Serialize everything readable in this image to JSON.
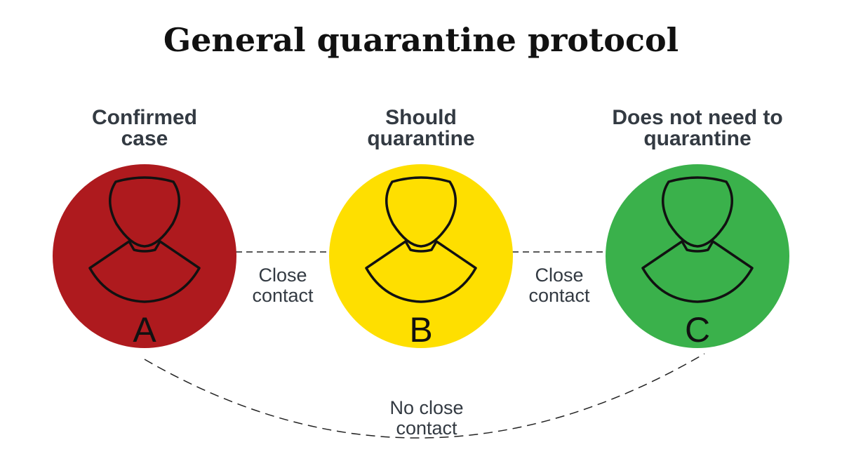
{
  "title": "General quarantine protocol",
  "nodes": [
    {
      "id": "a",
      "letter": "A",
      "label_line1": "Confirmed",
      "label_line2": "case",
      "color": "#ae1a1e"
    },
    {
      "id": "b",
      "letter": "B",
      "label_line1": "Should",
      "label_line2": "quarantine",
      "color": "#fedf00"
    },
    {
      "id": "c",
      "letter": "C",
      "label_line1": "Does not need to",
      "label_line2": "quarantine",
      "color": "#3ab14b"
    }
  ],
  "edges": [
    {
      "from": "A",
      "to": "B",
      "label_line1": "Close",
      "label_line2": "contact"
    },
    {
      "from": "B",
      "to": "C",
      "label_line1": "Close",
      "label_line2": "contact"
    },
    {
      "from": "A",
      "to": "C",
      "label_line1": "No close",
      "label_line2": "contact"
    }
  ],
  "colors": {
    "text_dark": "#333a42",
    "title": "#111111",
    "outline": "#111111"
  },
  "icons": {
    "person": "person-outline-icon"
  }
}
